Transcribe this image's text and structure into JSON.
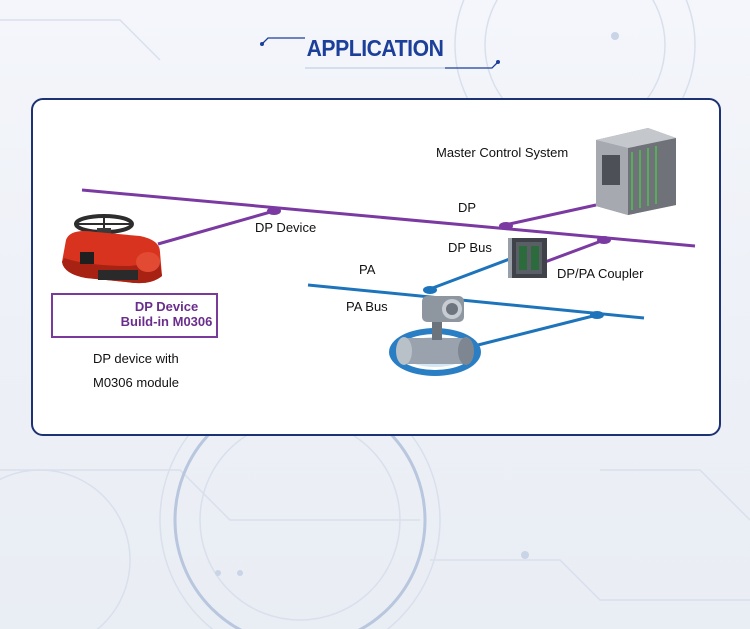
{
  "header": {
    "title": "APPLICATION"
  },
  "diagram": {
    "master_control_system": "Master Control System",
    "dp_label": "DP",
    "dp_device_label": "DP Device",
    "dp_bus_label": "DP Bus",
    "dp_pa_coupler_label": "DP/PA Coupler",
    "pa_label": "PA",
    "pa_bus_label": "PA Bus",
    "module_line1": "DP Device",
    "module_line2": "Build-in M0306",
    "caption_line1": "DP device with",
    "caption_line2": "M0306 module"
  },
  "colors": {
    "accent": "#1c3f9a",
    "dp_line": "#7b3aa1",
    "pa_line": "#1e74bb",
    "card_border": "#1d3272"
  }
}
